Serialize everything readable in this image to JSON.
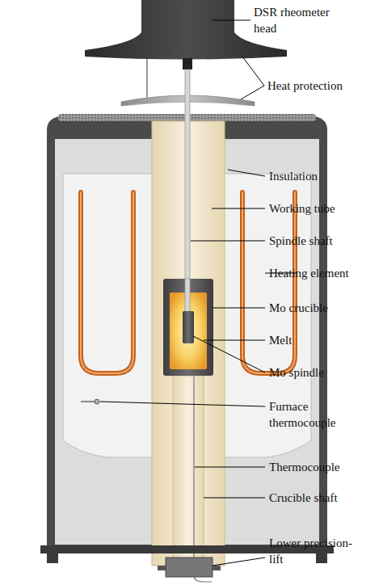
{
  "diagram": {
    "labels": [
      "DSR rheometer head",
      "Heat protection",
      "Insulation",
      "Working tube",
      "Spindle shaft",
      "Heating element",
      "Mo crucible",
      "Melt",
      "Mo spindle",
      "Furnace thermocouple",
      "Thermocouple",
      "Crucible shaft",
      "Lower precision-lift"
    ]
  }
}
